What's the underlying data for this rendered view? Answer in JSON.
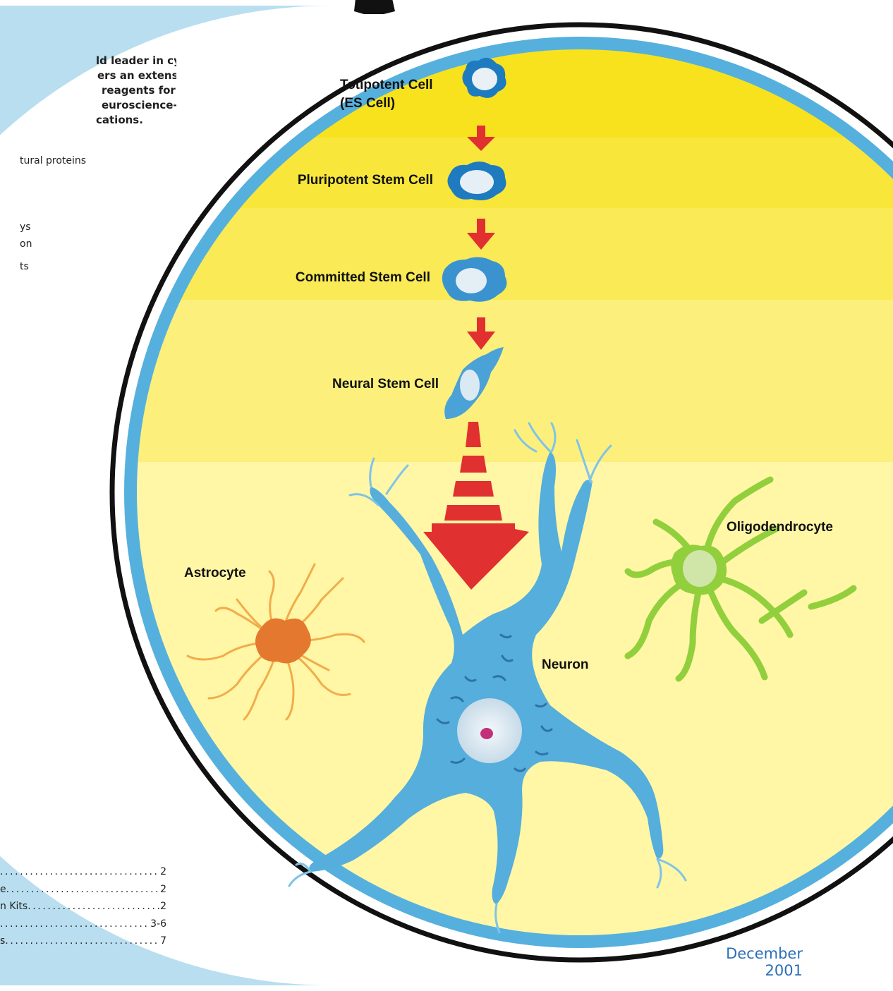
{
  "sidebar": {
    "intro_lines": [
      "ld leader in cytokine",
      "ers an extensive",
      "reagents for",
      "euroscience-",
      "cations."
    ],
    "items": [
      "tural proteins",
      "",
      "",
      "",
      "ys",
      "on",
      "",
      "ts"
    ],
    "toc": [
      {
        "label": "",
        "page": "2"
      },
      {
        "label": "e",
        "page": "2"
      },
      {
        "label": "n Kits",
        "page": "2"
      },
      {
        "label": "",
        "page": "3-6"
      },
      {
        "label": "s",
        "page": "7"
      }
    ]
  },
  "diagram": {
    "stages": [
      "Totipotent Cell",
      "(ES Cell)",
      "Pluripotent Stem Cell",
      "Committed Stem Cell",
      "Neural Stem Cell"
    ],
    "cells": {
      "astrocyte": "Astrocyte",
      "neuron": "Neuron",
      "oligodendrocyte": "Oligodendrocyte"
    },
    "colors": {
      "panel": "#b8def0",
      "ring": "#55b0de",
      "cell_blue": "#1e7bbf",
      "neuron": "#55aedc",
      "arrow": "#e13030",
      "astrocyte": "#f2ac4a",
      "oligodendrocyte": "#92cf3c",
      "yellow_top": "#f8e21e",
      "yellow_bottom": "#fff6a6"
    }
  },
  "footer": {
    "date_line1": "December",
    "date_line2": "2001"
  }
}
